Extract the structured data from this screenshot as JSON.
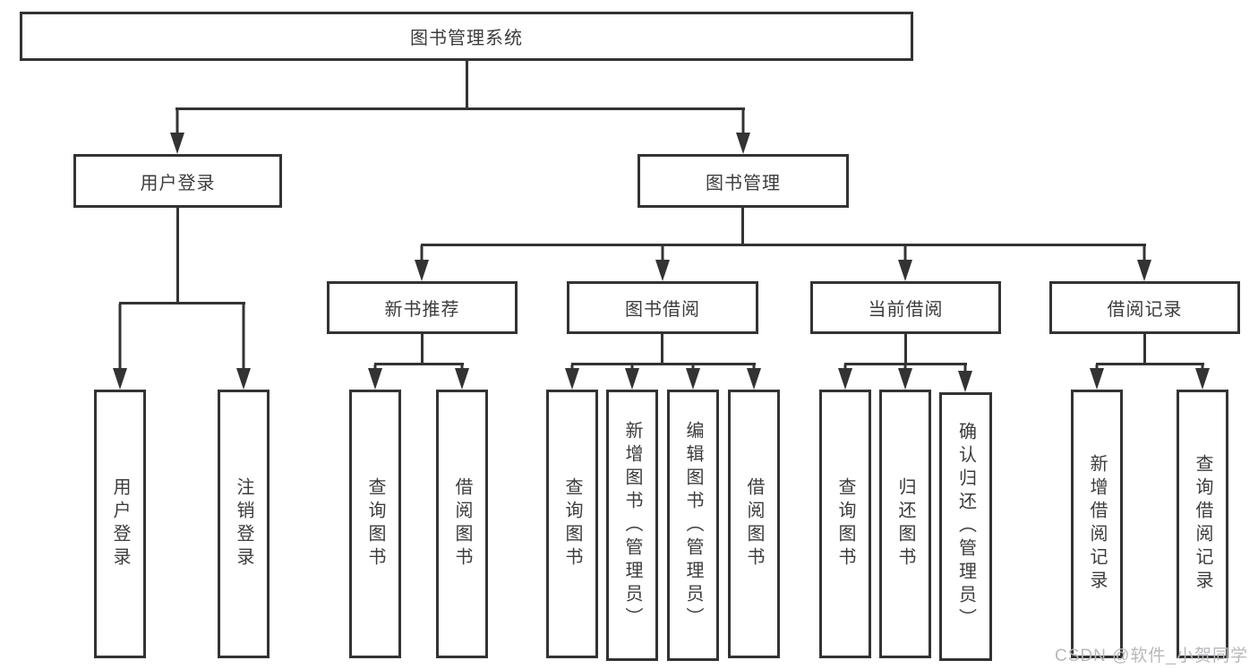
{
  "tree": {
    "label": "图书管理系统",
    "children": [
      {
        "label": "用户登录",
        "children": [
          {
            "label": "用户登录"
          },
          {
            "label": "注销登录"
          }
        ]
      },
      {
        "label": "图书管理",
        "children": [
          {
            "label": "新书推荐",
            "children": [
              {
                "label": "查询图书"
              },
              {
                "label": "借阅图书"
              }
            ]
          },
          {
            "label": "图书借阅",
            "children": [
              {
                "label": "查询图书"
              },
              {
                "label": "新增图书（管理员）"
              },
              {
                "label": "编辑图书（管理员）"
              },
              {
                "label": "借阅图书"
              }
            ]
          },
          {
            "label": "当前借阅",
            "children": [
              {
                "label": "查询图书"
              },
              {
                "label": "归还图书"
              },
              {
                "label": "确认归还（管理员）"
              }
            ]
          },
          {
            "label": "借阅记录",
            "children": [
              {
                "label": "新增借阅记录"
              },
              {
                "label": "查询借阅记录"
              }
            ]
          }
        ]
      }
    ]
  },
  "watermark": {
    "text": "CSDN @软件_小贺同学"
  },
  "colors": {
    "line": "#333333",
    "text": "#3c3c3c",
    "watermark": "#b5b8bd",
    "background": "#ffffff"
  }
}
